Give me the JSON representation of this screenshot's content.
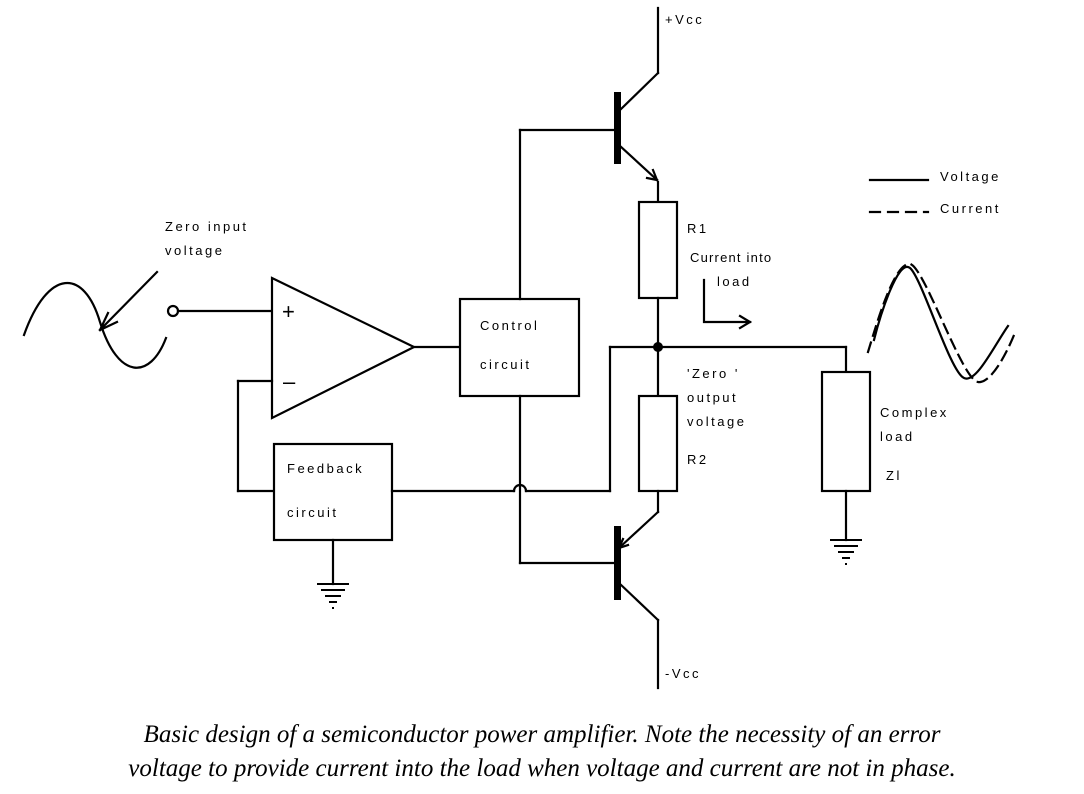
{
  "labels": {
    "vcc_pos": "+Vcc",
    "vcc_neg": "-Vcc",
    "zero_input_1": "Zero input",
    "zero_input_2": "voltage",
    "plus": "+",
    "minus": "–",
    "control_1": "Control",
    "control_2": "circuit",
    "feedback_1": "Feedback",
    "feedback_2": "circuit",
    "r1": "R1",
    "r2": "R2",
    "current_into_1": "Current into",
    "current_into_2": "load",
    "zero_output_1": "'Zero '",
    "zero_output_2": "output",
    "zero_output_3": "voltage",
    "complex_1": "Complex",
    "complex_2": "load",
    "zl": "Zl",
    "legend_voltage": "Voltage",
    "legend_current": "Current"
  },
  "caption": {
    "line1": "Basic design of a semiconductor power amplifier. Note the necessity of an error",
    "line2": "voltage to provide current into the load when voltage and current are not in phase."
  }
}
